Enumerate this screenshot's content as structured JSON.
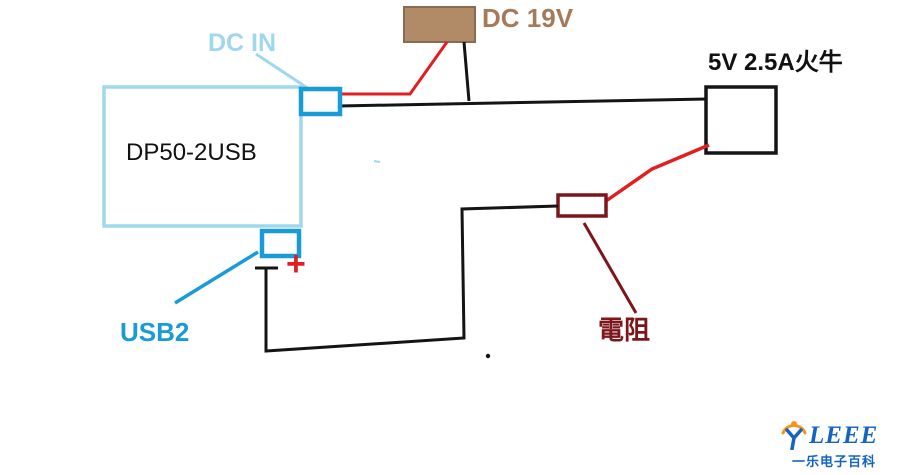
{
  "labels": {
    "dc_in": "DC IN",
    "dc_19v": "DC 19V",
    "adapter": "5V 2.5A火牛",
    "board": "DP50-2USB",
    "usb2": "USB2",
    "resistor": "電阻",
    "plus": "+"
  },
  "logo": {
    "text": "LEEE",
    "subtitle": "一乐电子百科"
  },
  "colors": {
    "light_blue": "#9fd8ec",
    "blue": "#189bd7",
    "tan_fill": "#b18a68",
    "tan_edge": "#8a6a50",
    "brown_text": "#a57a58",
    "dark_red": "#7d161b",
    "red": "#e02020",
    "black": "#141414",
    "white": "#ffffff",
    "logo_blue": "#1464c0",
    "logo_orange": "#f7941d"
  }
}
